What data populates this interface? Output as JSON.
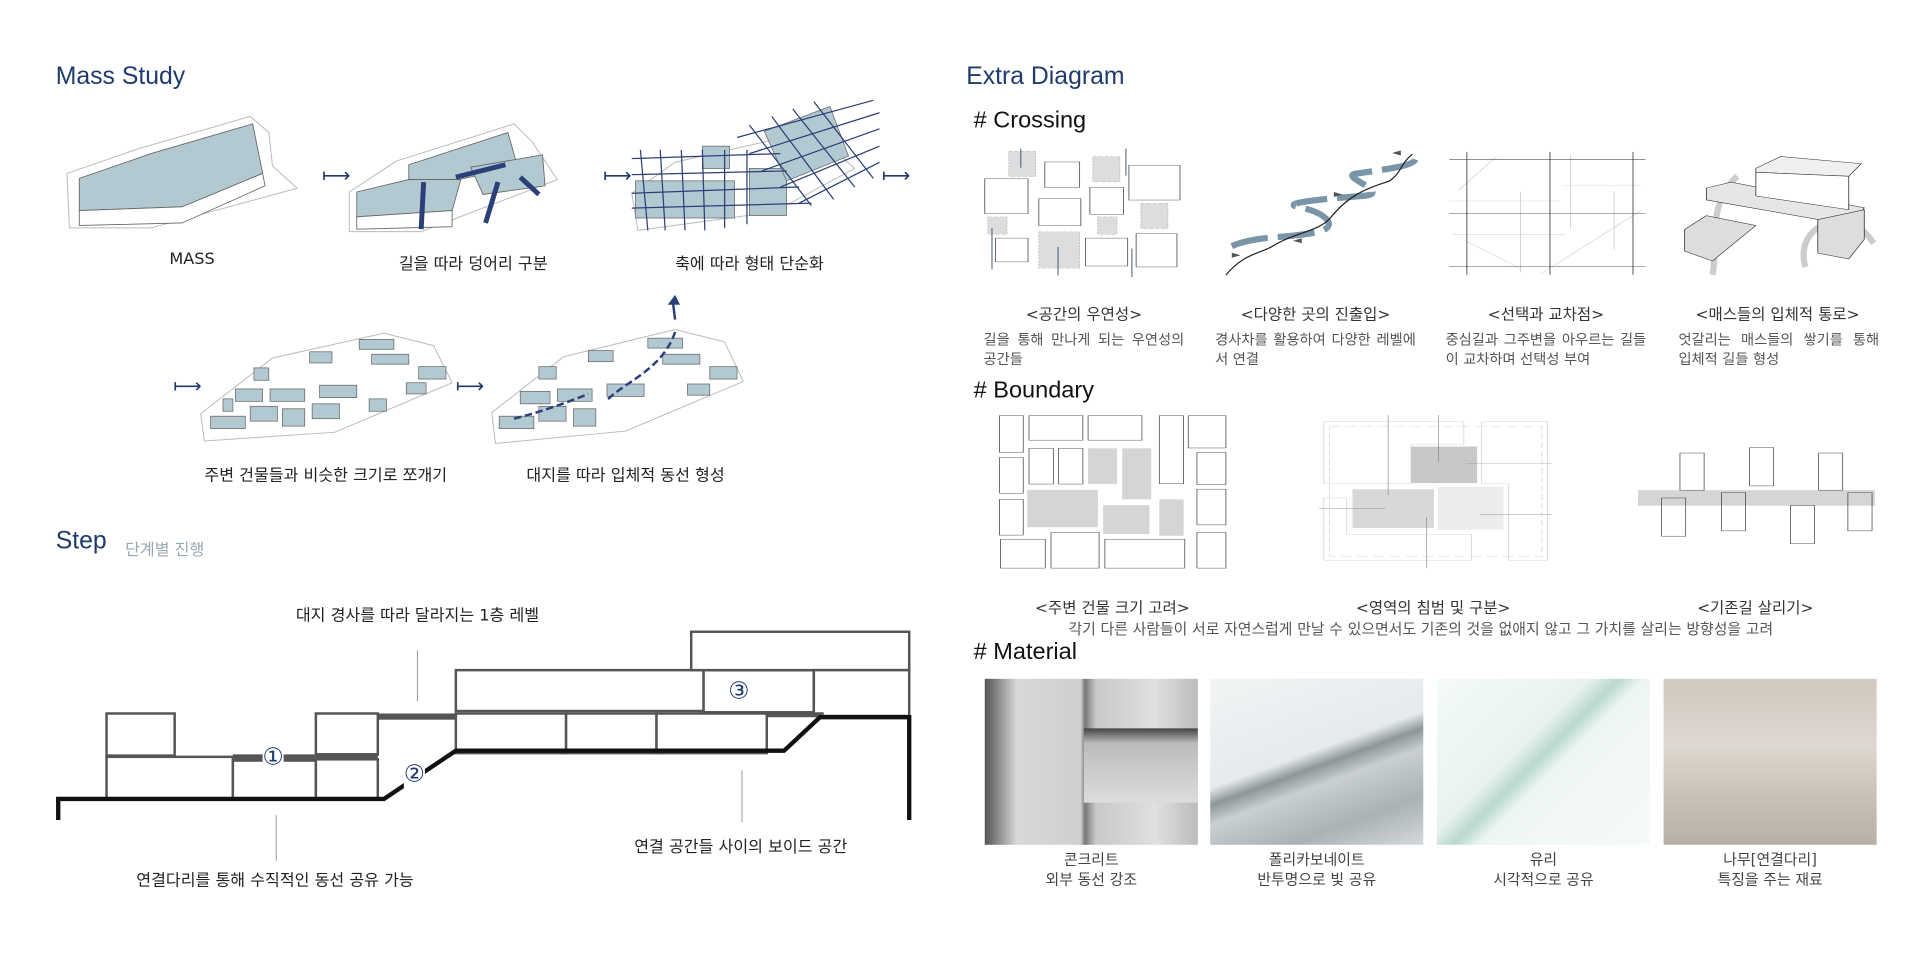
{
  "mass_study": {
    "title": "Mass Study",
    "steps": [
      "MASS",
      "길을 따라 덩어리 구분",
      "축에 따라 형태 단순화",
      "주변 건물들과 비슷한 크기로 쪼개기",
      "대지를 따라 입체적 동선 형성"
    ]
  },
  "step": {
    "title": "Step",
    "subtitle": "단계별 진행",
    "annotations": [
      "대지 경사를 따라 달라지는 1층 레벨",
      "연결다리를 통해 수직적인 동선 공유 가능",
      "연결 공간들 사이의 보이드 공간"
    ],
    "markers": [
      "①",
      "②",
      "③"
    ]
  },
  "extra": {
    "title": "Extra Diagram",
    "crossing": {
      "heading": "# Crossing",
      "items": [
        {
          "title": "<공간의 우연성>",
          "desc": "길을 통해 만나게 되는 우연성의 공간들"
        },
        {
          "title": "<다양한 곳의 진출입>",
          "desc": "경사차를 활용하여 다양한 레벨에서 연결"
        },
        {
          "title": "<선택과 교차점>",
          "desc": "중심길과 그주변을 아우르는 길들이 교차하며 선택성 부여"
        },
        {
          "title": "<매스들의 입체적 통로>",
          "desc": "엇갈리는 매스들의 쌓기를 통해 입체적 길들 형성"
        }
      ]
    },
    "boundary": {
      "heading": "# Boundary",
      "items": [
        "<주변 건물 크기 고려>",
        "<영역의 침범 및 구분>",
        "<기존길 살리기>"
      ],
      "summary": "각기 다른 사람들이 서로 자연스럽게 만날 수 있으면서도 기존의 것을 없애지 않고 그 가치를 살리는 방향성을 고려"
    },
    "material": {
      "heading": "# Material",
      "items": [
        {
          "name": "콘크리트",
          "desc": "외부 동선 강조"
        },
        {
          "name": "폴리카보네이트",
          "desc": "반투명으로 빛 공유"
        },
        {
          "name": "유리",
          "desc": "시각적으로 공유"
        },
        {
          "name": "나무[연결다리]",
          "desc": "특징을 주는 재료"
        }
      ]
    }
  },
  "colors": {
    "accent": "#1f3a6e",
    "mass_fill": "#b3c9d1"
  }
}
